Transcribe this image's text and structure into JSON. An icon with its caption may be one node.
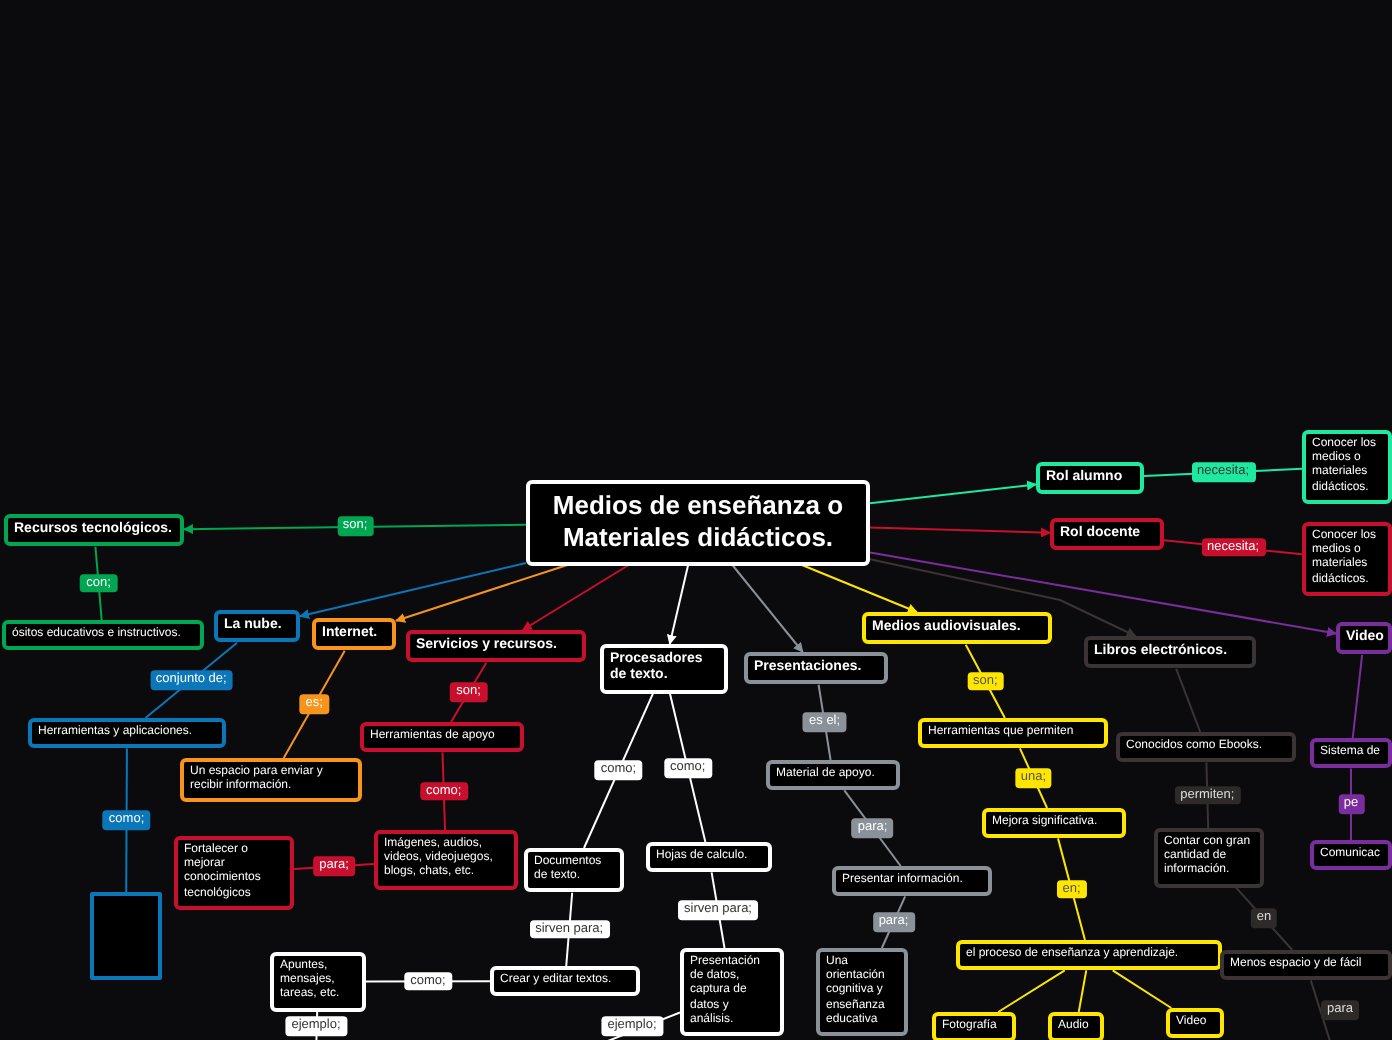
{
  "diagram": {
    "nodes": [
      {
        "text": [
          "Medios de enseñanza o Materiales didácticos."
        ]
      },
      {
        "text": [
          "Recursos tecnológicos."
        ]
      },
      {
        "text": [
          "ósitos educativos e instructivos."
        ]
      },
      {
        "text": [
          "La nube."
        ]
      },
      {
        "text": [
          "Herramientas y aplicaciones."
        ]
      },
      {
        "text": [],
        "shape": "box"
      },
      {
        "text": [
          "Internet."
        ]
      },
      {
        "text": [
          "Un espacio para enviar y recibir información."
        ]
      },
      {
        "text": [
          "Servicios y recursos."
        ]
      },
      {
        "text": [
          "Herramientas de apoyo"
        ]
      },
      {
        "text": [
          "Imágenes, audios, videos, videojuegos, blogs, chats, etc."
        ]
      },
      {
        "text": [
          "Fortalecer o mejorar conocimientos tecnológicos"
        ]
      },
      {
        "text": [
          "Procesadores de texto."
        ]
      },
      {
        "text": [
          "Documentos de texto."
        ]
      },
      {
        "text": [
          "Crear y editar textos."
        ]
      },
      {
        "text": [
          "Apuntes, mensajes, tareas, etc."
        ]
      },
      {
        "text": [
          "Hojas de calculo."
        ]
      },
      {
        "text": [
          "Presentación de datos, captura de datos y análisis."
        ]
      },
      {
        "text": [
          "Presentaciones."
        ]
      },
      {
        "text": [
          "Material de apoyo."
        ]
      },
      {
        "text": [
          "Presentar información."
        ]
      },
      {
        "text": [
          "Una orientación cognitiva y enseñanza educativa"
        ]
      },
      {
        "text": [
          "Medios audiovisuales."
        ]
      },
      {
        "text": [
          "Herramientas que permiten"
        ]
      },
      {
        "text": [
          "Mejora significativa."
        ]
      },
      {
        "text": [
          "el proceso de enseñanza y aprendizaje."
        ]
      },
      {
        "text": [
          "Fotografía"
        ]
      },
      {
        "text": [
          "Audio"
        ]
      },
      {
        "text": [
          "Video"
        ]
      },
      {
        "text": [
          "Libros electrónicos."
        ]
      },
      {
        "text": [
          "Conocidos como Ebooks."
        ]
      },
      {
        "text": [
          "Contar con gran cantidad de información."
        ]
      },
      {
        "text": [
          "Menos espacio y de fácil"
        ]
      },
      {
        "text": [
          "Rol alumno"
        ]
      },
      {
        "text": [
          "Conocer los medios o materiales didácticos."
        ]
      },
      {
        "text": [
          "Rol docente"
        ]
      },
      {
        "text": [
          "Conocer los medios o materiales didácticos."
        ]
      },
      {
        "text": [
          "Video"
        ]
      },
      {
        "text": [
          "Sistema de"
        ]
      },
      {
        "text": [
          "Comunicac"
        ]
      }
    ],
    "edges": [
      {
        "from": 0,
        "to": 1,
        "arrow": "to",
        "label": "son;",
        "color": "#00a651"
      },
      {
        "from": 1,
        "to": 2,
        "arrow": "none",
        "label": "con;",
        "color": "#00a651"
      },
      {
        "from": 0,
        "to": 3,
        "arrow": "to",
        "color": "#0b76b8"
      },
      {
        "from": 3,
        "to": 4,
        "arrow": "none",
        "label": "conjunto de;",
        "color": "#0b76b8"
      },
      {
        "from": 4,
        "to": 5,
        "arrow": "none",
        "label": "como;",
        "color": "#0b76b8"
      },
      {
        "from": 0,
        "to": 6,
        "arrow": "to",
        "color": "#f7941d"
      },
      {
        "from": 6,
        "to": 7,
        "arrow": "none",
        "label": "es;",
        "color": "#f7941d"
      },
      {
        "from": 0,
        "to": 8,
        "arrow": "to",
        "color": "#c8102e"
      },
      {
        "from": 8,
        "to": 9,
        "arrow": "none",
        "label": "son;",
        "color": "#c8102e"
      },
      {
        "from": 9,
        "to": 10,
        "arrow": "none",
        "label": "como;",
        "color": "#c8102e"
      },
      {
        "from": 10,
        "to": 11,
        "arrow": "none",
        "label": "para;",
        "color": "#c8102e"
      },
      {
        "from": 0,
        "to": 12,
        "arrow": "to",
        "color": "#ffffff"
      },
      {
        "from": 12,
        "to": 13,
        "arrow": "none",
        "label": "como;",
        "color": "#ffffff"
      },
      {
        "from": 12,
        "to": 16,
        "arrow": "none",
        "label": "como;",
        "color": "#ffffff"
      },
      {
        "from": 13,
        "to": 14,
        "arrow": "none",
        "label": "sirven para;",
        "color": "#ffffff"
      },
      {
        "from": 14,
        "to": 15,
        "arrow": "none",
        "label": "como;",
        "color": "#ffffff"
      },
      {
        "from": 15,
        "to": null,
        "arrow": "none",
        "label": "ejemplo;",
        "color": "#ffffff"
      },
      {
        "from": 16,
        "to": 17,
        "arrow": "none",
        "label": "sirven para;",
        "color": "#ffffff"
      },
      {
        "from": 17,
        "to": null,
        "arrow": "none",
        "label": "ejemplo;",
        "color": "#ffffff"
      },
      {
        "from": 0,
        "to": 18,
        "arrow": "to",
        "color": "#8a9199"
      },
      {
        "from": 18,
        "to": 19,
        "arrow": "none",
        "label": "es el;",
        "color": "#8a9199"
      },
      {
        "from": 19,
        "to": 20,
        "arrow": "none",
        "label": "para;",
        "color": "#8a9199"
      },
      {
        "from": 20,
        "to": 21,
        "arrow": "none",
        "label": "para;",
        "color": "#8a9199"
      },
      {
        "from": 0,
        "to": 22,
        "arrow": "to",
        "color": "#ffe600"
      },
      {
        "from": 22,
        "to": 23,
        "arrow": "none",
        "label": "son;",
        "color": "#ffe600"
      },
      {
        "from": 23,
        "to": 24,
        "arrow": "none",
        "label": "una;",
        "color": "#ffe600"
      },
      {
        "from": 24,
        "to": 25,
        "arrow": "none",
        "label": "en;",
        "color": "#ffe600"
      },
      {
        "from": 25,
        "to": 26,
        "arrow": "none",
        "color": "#ffe600"
      },
      {
        "from": 25,
        "to": 27,
        "arrow": "none",
        "color": "#ffe600"
      },
      {
        "from": 25,
        "to": 28,
        "arrow": "none",
        "color": "#ffe600"
      },
      {
        "from": 0,
        "to": 29,
        "arrow": "to",
        "color": "#3a3434"
      },
      {
        "from": 29,
        "to": 30,
        "arrow": "none",
        "color": "#3a3434"
      },
      {
        "from": 30,
        "to": 31,
        "arrow": "none",
        "label": "permiten;",
        "color": "#3a3434"
      },
      {
        "from": 31,
        "to": 32,
        "arrow": "none",
        "label": "en",
        "color": "#3a3434"
      },
      {
        "from": 32,
        "to": null,
        "arrow": "none",
        "label": "para",
        "color": "#3a3434"
      },
      {
        "from": 0,
        "to": 33,
        "arrow": "to",
        "color": "#1de9a0"
      },
      {
        "from": 33,
        "to": 34,
        "arrow": "none",
        "label": "necesita;",
        "color": "#1de9a0"
      },
      {
        "from": 0,
        "to": 35,
        "arrow": "to",
        "color": "#c8102e"
      },
      {
        "from": 35,
        "to": 36,
        "arrow": "none",
        "label": "necesita;",
        "color": "#c8102e"
      },
      {
        "from": 0,
        "to": 37,
        "arrow": "to",
        "color": "#7a2d9c"
      },
      {
        "from": 37,
        "to": 38,
        "arrow": "none",
        "color": "#7a2d9c"
      },
      {
        "from": 38,
        "to": 39,
        "arrow": "none",
        "label": "pe",
        "color": "#7a2d9c"
      }
    ]
  }
}
